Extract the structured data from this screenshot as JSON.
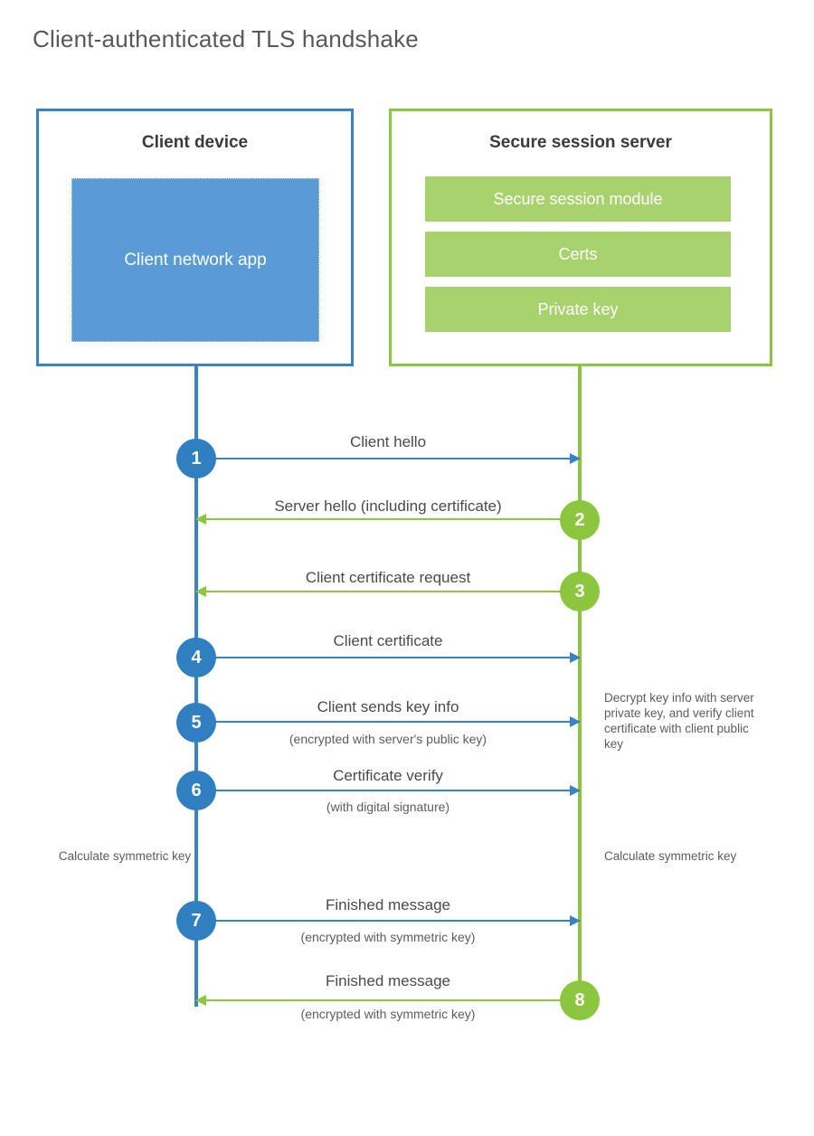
{
  "page": {
    "title": "Client-authenticated TLS handshake"
  },
  "colors": {
    "client_blue": "#3b82c4",
    "client_app_fill": "#5b9bd5",
    "server_green": "#8cc63f",
    "server_row_fill": "#a8d26e",
    "step_blue": "#2f7fc1",
    "text_dark": "#3a3a3a",
    "text_gray": "#5c5c5c"
  },
  "client_panel": {
    "title": "Client device",
    "app_label": "Client network app"
  },
  "server_panel": {
    "title": "Secure session server",
    "rows": [
      {
        "label": "Secure session module"
      },
      {
        "label": "Certs"
      },
      {
        "label": "Private key"
      }
    ]
  },
  "steps": [
    {
      "number": "1",
      "label": "Client hello",
      "sub": "",
      "direction": "client-to-server",
      "color": "blue"
    },
    {
      "number": "2",
      "label": "Server hello (including certificate)",
      "sub": "",
      "direction": "server-to-client",
      "color": "green"
    },
    {
      "number": "3",
      "label": "Client certificate request",
      "sub": "",
      "direction": "server-to-client",
      "color": "green"
    },
    {
      "number": "4",
      "label": "Client certificate",
      "sub": "",
      "direction": "client-to-server",
      "color": "blue"
    },
    {
      "number": "5",
      "label": "Client sends key info",
      "sub": "(encrypted with server's public key)",
      "direction": "client-to-server",
      "color": "blue"
    },
    {
      "number": "6",
      "label": "Certificate verify",
      "sub": "(with digital signature)",
      "direction": "client-to-server",
      "color": "blue"
    },
    {
      "number": "7",
      "label": "Finished message",
      "sub": "(encrypted with symmetric key)",
      "direction": "client-to-server",
      "color": "blue"
    },
    {
      "number": "8",
      "label": "Finished message",
      "sub": "(encrypted with symmetric key)",
      "direction": "server-to-client",
      "color": "green"
    }
  ],
  "annotations": {
    "server_decrypt_note": "Decrypt key info with server private key, and verify client certificate with client public key",
    "client_calculate_key": "Calculate symmetric key",
    "server_calculate_key": "Calculate symmetric key"
  }
}
